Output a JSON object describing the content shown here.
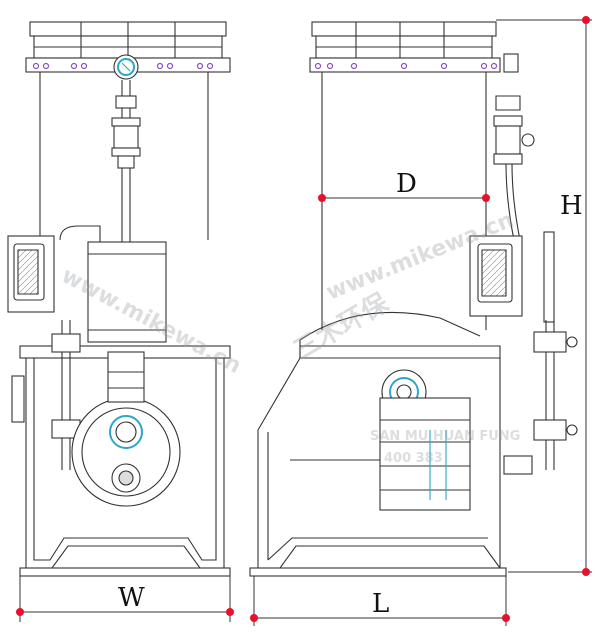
{
  "dimensions": {
    "width_label": "W",
    "length_label": "L",
    "height_label": "H",
    "depth_label": "D"
  },
  "watermark": {
    "url": "www.mikewa.cn",
    "company_en": "SAN MU HUAN FUNG",
    "phone": "400 383",
    "brand_cn": "三木环保"
  },
  "colors": {
    "line": "#333333",
    "dimension_marker": "#e8102a",
    "fitting_highlight": "#8b4fc8",
    "sight_glass": "#2aa7c9",
    "watermark": "#9aa0a6"
  }
}
